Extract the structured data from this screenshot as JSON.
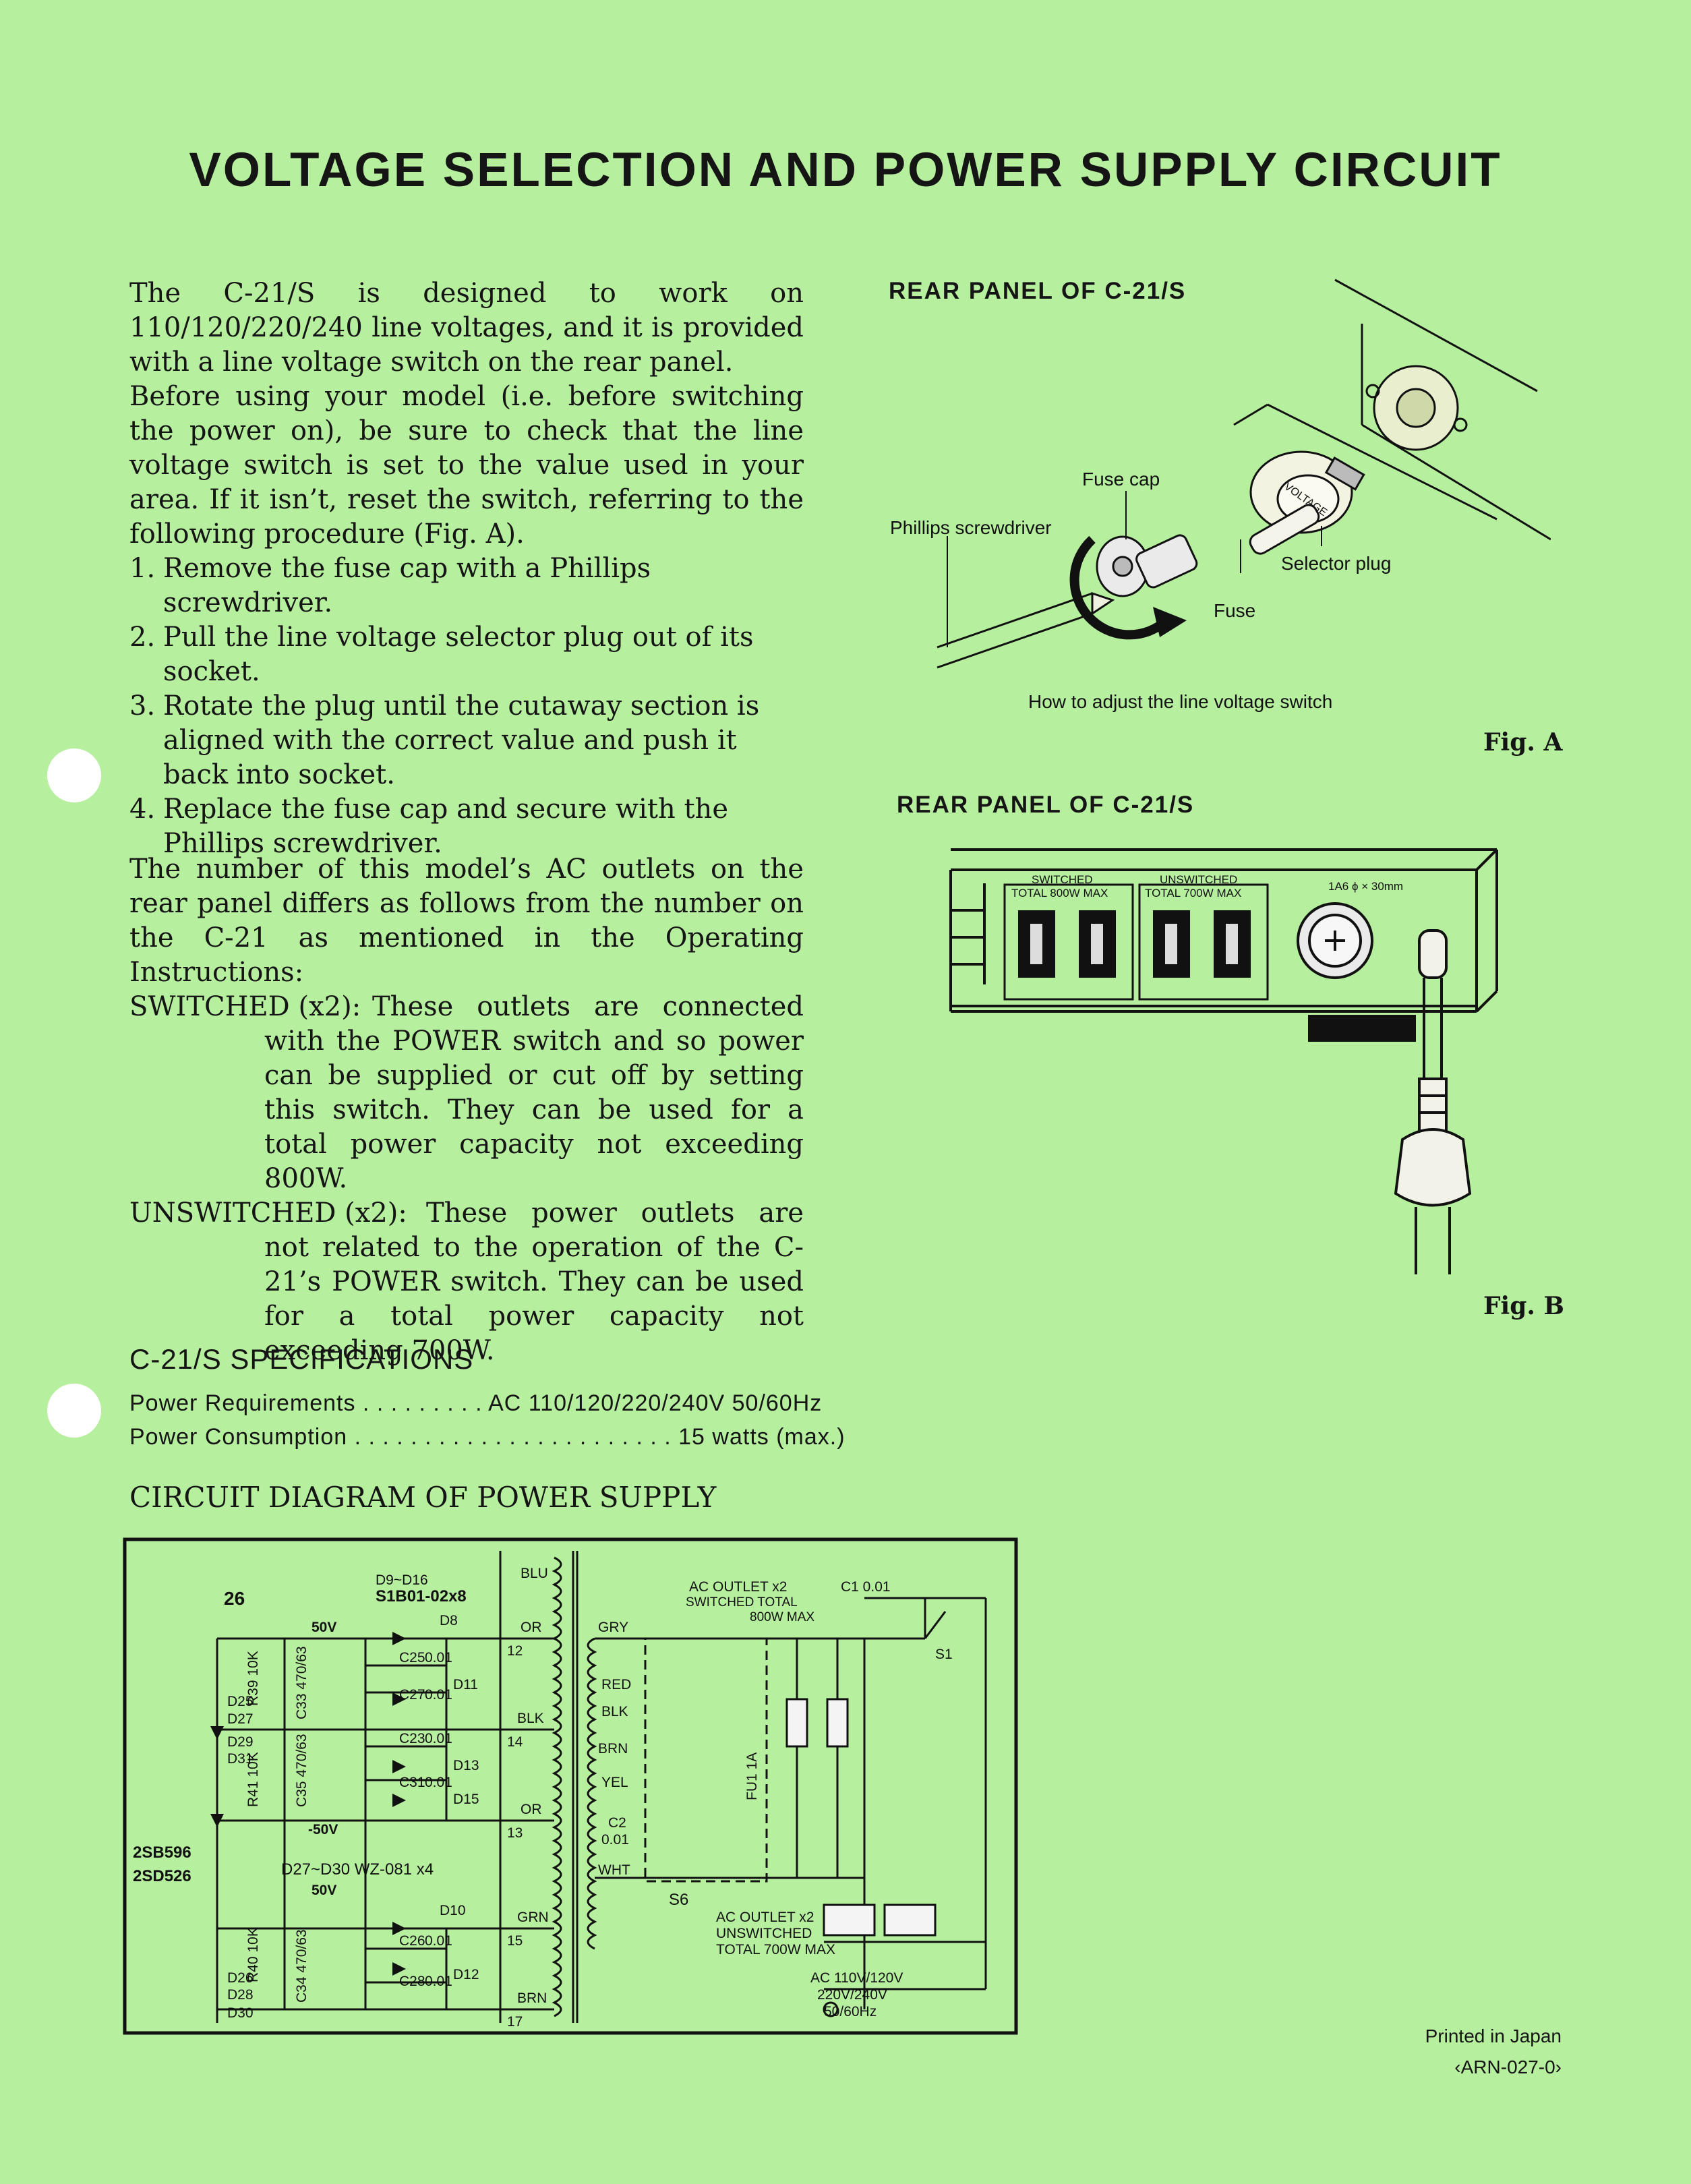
{
  "title": "VOLTAGE SELECTION AND POWER SUPPLY CIRCUIT",
  "intro": {
    "p1": "The C-21/S is designed to work on 110/120/220/240 line voltages, and it is provided with a line voltage switch on the rear panel.",
    "p2": "Before using your model (i.e. before switching the power on), be sure to check that the line voltage switch is set to the value used in your area. If it isn’t, reset the switch, referring to the following procedure (Fig. A).",
    "steps": [
      {
        "num": "1.",
        "text": "Remove the fuse cap with a Phillips screwdriver."
      },
      {
        "num": "2.",
        "text": "Pull the line voltage selector plug out of its socket."
      },
      {
        "num": "3.",
        "text": "Rotate the plug until the cutaway section is aligned with the correct value and push it back into socket."
      },
      {
        "num": "4.",
        "text": "Replace the fuse cap and secure with the Phillips screwdriver."
      }
    ]
  },
  "outlets": {
    "intro": "The number of this model’s AC outlets on the rear panel differs as follows from the number on the C-21 as mentioned in the Operating Instructions:",
    "items": [
      {
        "term": "SWITCHED (x2):",
        "text": "These outlets are connected with the POWER switch and so power can be supplied or cut off by setting this switch. They can be used for a total power capacity not exceeding 800W."
      },
      {
        "term": "UNSWITCHED (x2):",
        "text": "These power outlets are not related to the operation of the C-21’s POWER switch. They can be used for a total power capacity not exceeding 700W."
      }
    ]
  },
  "fig_a": {
    "heading": "REAR PANEL OF C-21/S",
    "labels": {
      "fuse_cap": "Fuse cap",
      "screwdriver": "Phillips screwdriver",
      "selector_plug": "Selector plug",
      "fuse": "Fuse",
      "caption": "How to adjust the line voltage switch"
    },
    "fig_label": "Fig. A"
  },
  "fig_b": {
    "heading": "REAR PANEL OF C-21/S",
    "switched_label": "SWITCHED",
    "switched_total": "TOTAL 800W MAX",
    "unswitched_label": "UNSWITCHED",
    "unswitched_total": "TOTAL 700W MAX",
    "fuse_rating": "1A6 ϕ × 30mm",
    "fig_label": "Fig. B"
  },
  "specs": {
    "heading": "C-21/S SPECIFICATIONS",
    "rows": [
      {
        "label": "Power Requirements",
        "dots": " . . . . . . . . . ",
        "value": "AC 110/120/220/240V 50/60Hz"
      },
      {
        "label": "Power Consumption",
        "dots": " . . . . . . . . . . . . . . . . . . . . . . . ",
        "value": "15 watts (max.)"
      }
    ]
  },
  "circuit": {
    "heading": "CIRCUIT DIAGRAM OF POWER SUPPLY",
    "labels": {
      "n26": "26",
      "d9d16": "D9~D16",
      "s1b01": "S1B01-02x8",
      "v50": "50V",
      "v50n": "-50V",
      "v50b": "50V",
      "d8": "D8",
      "d10": "D10",
      "d11": "D11",
      "d12": "D12",
      "d13": "D13",
      "d15": "D15",
      "c25": "C25",
      "c27": "C27",
      "c23": "C23",
      "c31": "C31",
      "c26": "C26",
      "c28": "C28",
      "c001": "0.01",
      "c33": "C33 470/63",
      "c35": "C35 470/63",
      "c34": "C34 470/63",
      "r39": "R39 10K",
      "r41": "R41 10K",
      "r40": "R40 10K",
      "d25": "D25",
      "d27": "D27",
      "d29": "D29",
      "d31": "D31",
      "d26": "D26",
      "d28": "D28",
      "d30": "D30",
      "q596": "2SB596",
      "q526": "2SD526",
      "wz081": "D27~D30 WZ-081 x4",
      "blu": "BLU",
      "or": "OR",
      "blk": "BLK",
      "or2": "OR",
      "grn": "GRN",
      "brn": "BRN",
      "t12": "12",
      "t14": "14",
      "t13": "13",
      "t15": "15",
      "t17": "17",
      "gry": "GRY",
      "red": "RED",
      "blk2": "BLK",
      "brn2": "BRN",
      "yel": "YEL",
      "wht": "WHT",
      "c2": "C2",
      "c2v": "0.01",
      "s6": "S6",
      "fu1": "FU1 1A",
      "sw_outlet": "AC OUTLET x2",
      "sw_total": "SWITCHED TOTAL",
      "sw_max": "800W MAX",
      "c1": "C1 0.01",
      "s1": "S1",
      "unsw_outlet": "AC OUTLET x2",
      "unsw_label": "UNSWITCHED",
      "unsw_total": "TOTAL 700W MAX",
      "ac_line1": "AC 110V/120V",
      "ac_line2": "220V/240V",
      "ac_line3": "50/60Hz"
    }
  },
  "footer": {
    "printed": "Printed in Japan",
    "code": "‹ARN-027-0›"
  }
}
